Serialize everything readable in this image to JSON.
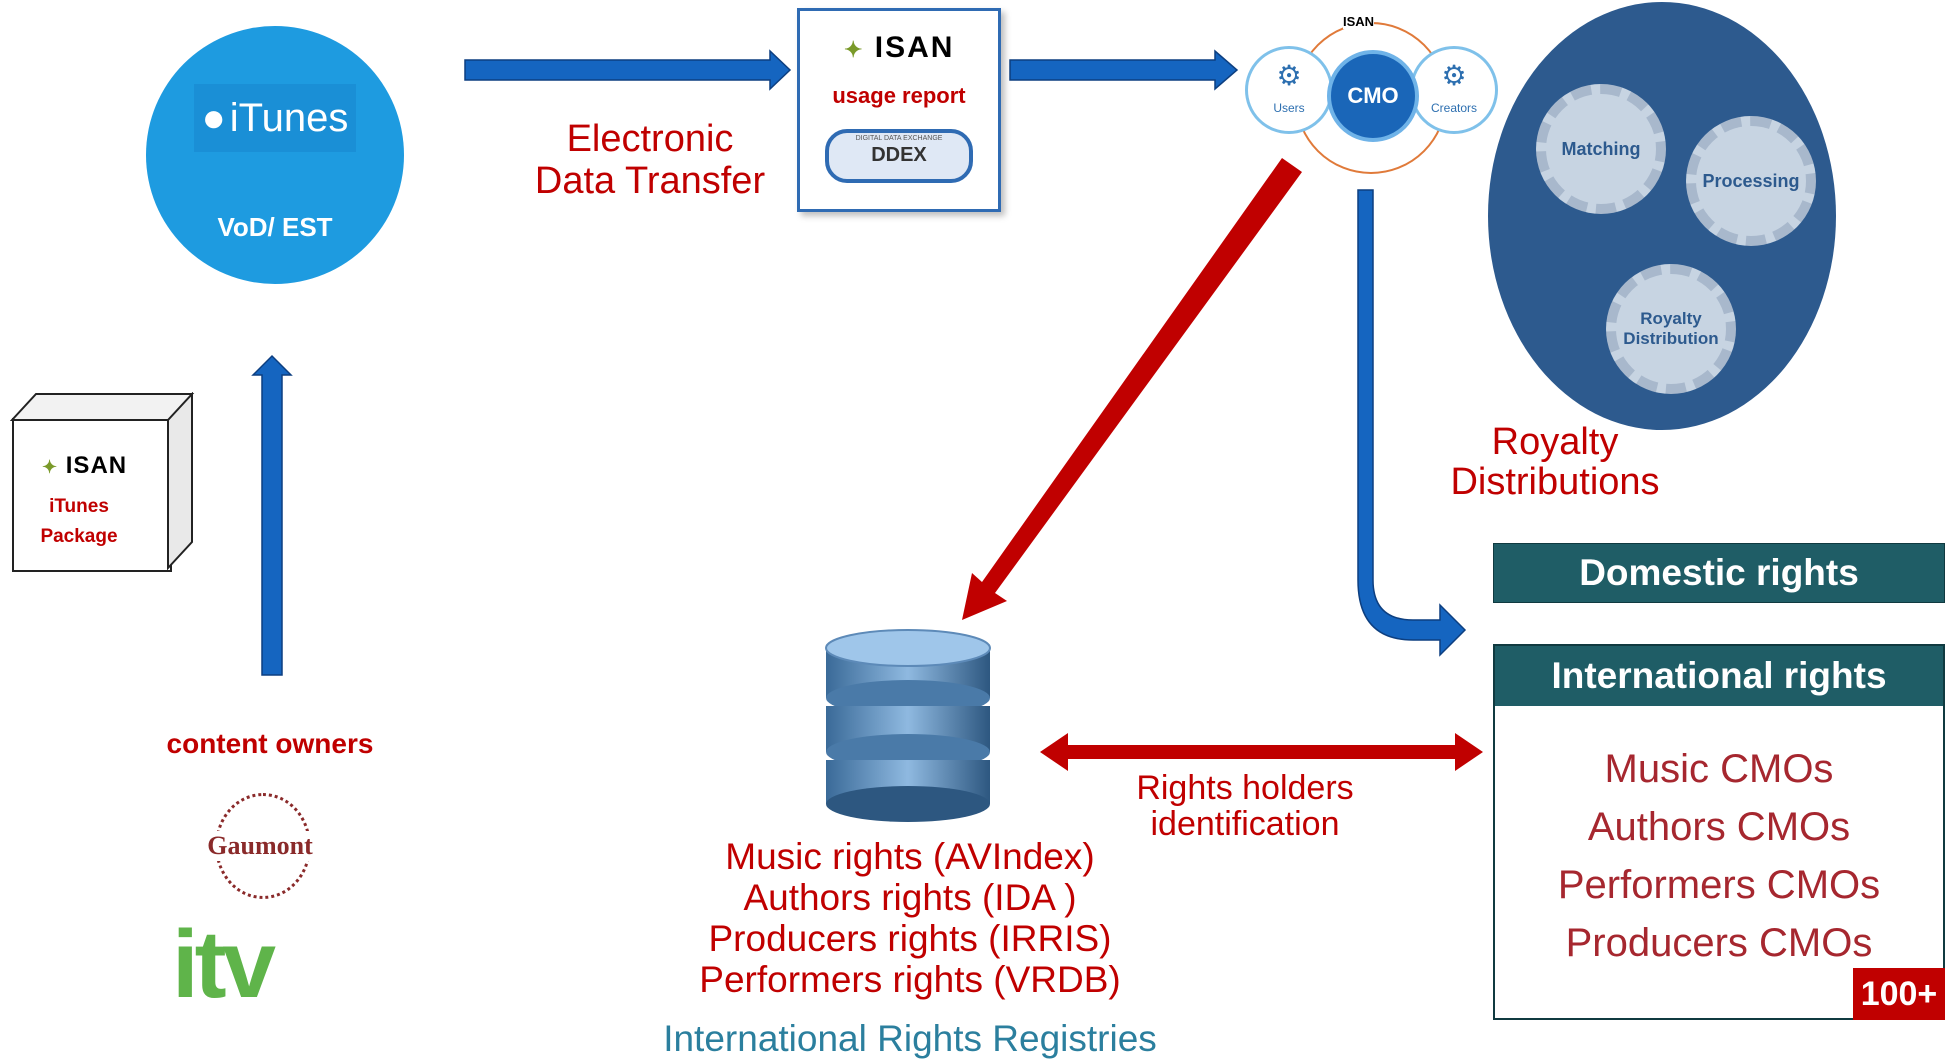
{
  "itunes": {
    "logo_text": "iTunes",
    "label": "VoD/ EST"
  },
  "electronic_transfer": {
    "line1": "Electronic",
    "line2": "Data Transfer"
  },
  "usage_report": {
    "isan_logo": "ISAN",
    "title": "usage report",
    "ddex_logo": "DDEX",
    "ddex_small": "DIGITAL DATA EXCHANGE"
  },
  "cmo": {
    "isan_logo": "ISAN",
    "center": "CMO",
    "left": "Users",
    "right": "Creators"
  },
  "gears": {
    "matching": "Matching",
    "processing": "Processing",
    "royalty_line1": "Royalty",
    "royalty_line2": "Distribution"
  },
  "royalty_distributions": {
    "line1": "Royalty",
    "line2": "Distributions"
  },
  "package": {
    "isan_logo": "ISAN",
    "line1": "iTunes",
    "line2": "Package"
  },
  "content_owners": {
    "label": "content owners",
    "gaumont": "Gaumont",
    "itv": "itv"
  },
  "registries": {
    "rows": [
      "Music rights (AVIndex)",
      "Authors rights (IDA )",
      "Producers rights (IRRIS)",
      "Performers rights (VRDB)"
    ],
    "caption": "International Rights Registries"
  },
  "rights_holders": {
    "line1": "Rights holders",
    "line2": "identification"
  },
  "domestic": {
    "title": "Domestic rights"
  },
  "international": {
    "title": "International rights",
    "items": [
      "Music CMOs",
      "Authors CMOs",
      "Performers CMOs",
      "Producers CMOs"
    ],
    "badge": "100+"
  },
  "colors": {
    "blue_arrow": "#1565c0",
    "red_arrow": "#c00000",
    "itunes_circle": "#1e9be0",
    "gear_bg": "#2d5a8e",
    "header_teal": "#1f5d66"
  }
}
